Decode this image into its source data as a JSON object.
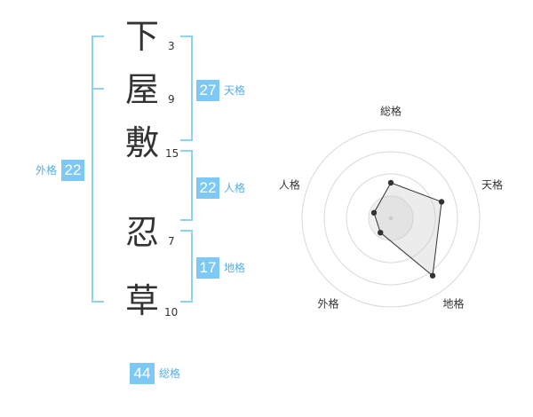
{
  "name": {
    "chars": [
      {
        "char": "下",
        "strokes": "3"
      },
      {
        "char": "屋",
        "strokes": "9"
      },
      {
        "char": "敷",
        "strokes": "15"
      },
      {
        "char": "忍",
        "strokes": "7"
      },
      {
        "char": "草",
        "strokes": "10"
      }
    ]
  },
  "fortunes": {
    "tenkaku": {
      "value": "27",
      "label": "天格"
    },
    "jinkaku": {
      "value": "22",
      "label": "人格"
    },
    "chikaku": {
      "value": "17",
      "label": "地格"
    },
    "gaikaku": {
      "value": "22",
      "label": "外格"
    },
    "soukaku": {
      "value": "44",
      "label": "総格"
    }
  },
  "colors": {
    "accent": "#7ec8f5",
    "label_text": "#55aee8",
    "bracket": "#8fd0f5",
    "text": "#333333"
  },
  "chart_data": {
    "type": "radar",
    "axes": [
      "総格",
      "天格",
      "地格",
      "外格",
      "人格"
    ],
    "values": [
      2,
      3,
      4,
      1,
      1
    ],
    "max": 5,
    "grid_rings": 4
  }
}
